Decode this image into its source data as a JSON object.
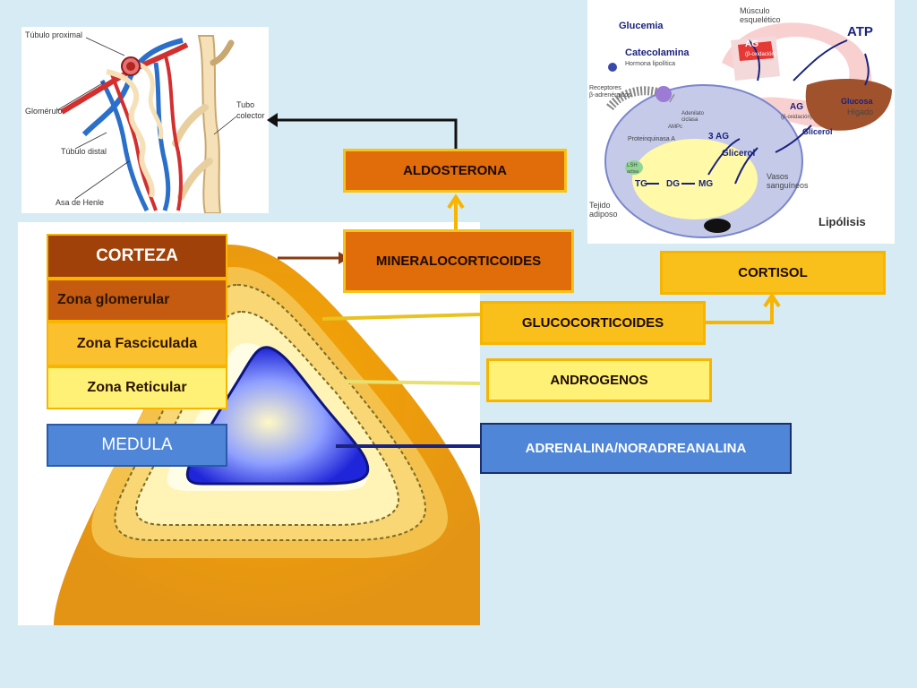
{
  "kidney_image": {
    "labels": {
      "proximal": "Túbulo proximal",
      "glomerulo": "Glomérulo",
      "distal": "Túbulo distal",
      "henle": "Asa de Henle",
      "tubo": "Tubo",
      "colector": "colector"
    }
  },
  "lipolysis_image": {
    "labels": {
      "glucemia": "Glucemia",
      "catecolamina": "Catecolamina",
      "hormona": "Hormona lipolítica",
      "musculo": "Músculo",
      "esqueletico": "esquelético",
      "atp": "ATP",
      "ag": "AG",
      "beta_ox": "(β-oxidación)",
      "receptores": "Receptores",
      "adrenergicos": "β-adrenérgicos",
      "adenilato": "Adenilato",
      "ciclasa": "ciclasa",
      "ampc": "AMPc",
      "proteinquinasa": "Proteinquinasa A",
      "tres_ag": "3 AG",
      "glicerol": "Glicerol",
      "glicerol2": "Glicerol",
      "glucosa": "Glucosa",
      "higado": "Hígado",
      "lsh": "LSH",
      "activa": "activa",
      "tg": "TG",
      "dg": "DG",
      "mg": "MG",
      "vasos": "Vasos",
      "sanguineos": "sanguíneos",
      "tejido": "Tejido",
      "adiposo": "adiposo",
      "lipolisis": "Lipólisis"
    }
  },
  "gland": {
    "zones": {
      "corteza": "CORTEZA",
      "glomerular": "Zona glomerular",
      "fasciculada": "Zona Fasciculada",
      "reticular": "Zona Reticular",
      "medula": "MEDULA"
    }
  },
  "hormones": {
    "aldosterona": "ALDOSTERONA",
    "mineralocorticoides": "MINERALOCORTICOIDES",
    "glucocorticoides": "GLUCOCORTICOIDES",
    "cortisol": "CORTISOL",
    "androgenos": "ANDROGENOS",
    "adrenalina": "ADRENALINA/NORADREANALINA"
  },
  "colors": {
    "background": "#d6ebf3",
    "corteza": "#a0410a",
    "glomerular": "#c45b10",
    "fasciculada": "#fbc02d",
    "reticular": "#fff176",
    "medula": "#4f86d8",
    "mineralocorticoides": "#e06c0a",
    "glucocorticoides_border": "#f9b400"
  }
}
